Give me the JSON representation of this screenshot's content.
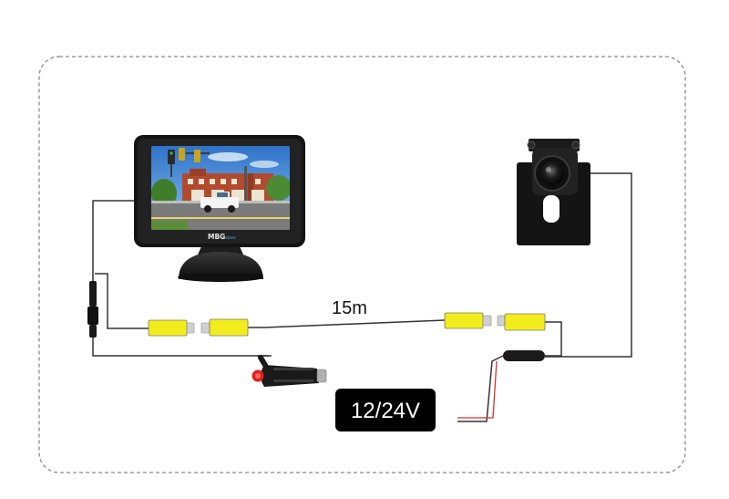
{
  "labels": {
    "cable_length": "15m",
    "voltage": "12/24V"
  },
  "monitor": {
    "brand": "MBG",
    "brand_suffix": "Sbest"
  },
  "colors": {
    "connector_yellow": "#f2ec1c",
    "frame_dash": "#8a8a8a",
    "wire": "#333333",
    "badge_bg": "#000000",
    "badge_text": "#ffffff",
    "power_wire_red": "#d9302c",
    "cigarette_tip_red": "#e0201c"
  }
}
